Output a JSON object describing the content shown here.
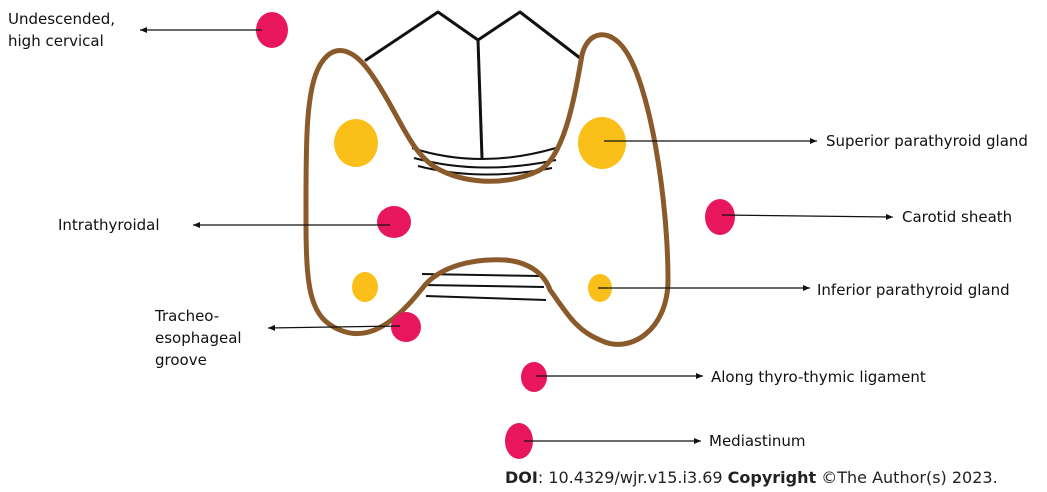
{
  "labels": {
    "undescended": "Undescended, high cervical",
    "superior": "Superior parathyroid gland",
    "intrathyroidal": "Intrathyroidal",
    "carotid": "Carotid sheath",
    "inferior": "Inferior parathyroid gland",
    "tracheo": "Tracheo-esophageal groove",
    "thyrothymic": "Along thyro-thymic ligament",
    "mediastinum": "Mediastinum"
  },
  "footer": {
    "doi_label": "DOI",
    "doi_value": ": 10.4329/wjr.v15.i3.69 ",
    "copyright_label": "Copyright",
    "copyright_value": " ©The Author(s) 2023."
  },
  "colors": {
    "thyroid_outline": "#8B5A2B",
    "normal_gland": "#FBBF1A",
    "ectopic_gland": "#E8175D",
    "line": "#111111"
  }
}
